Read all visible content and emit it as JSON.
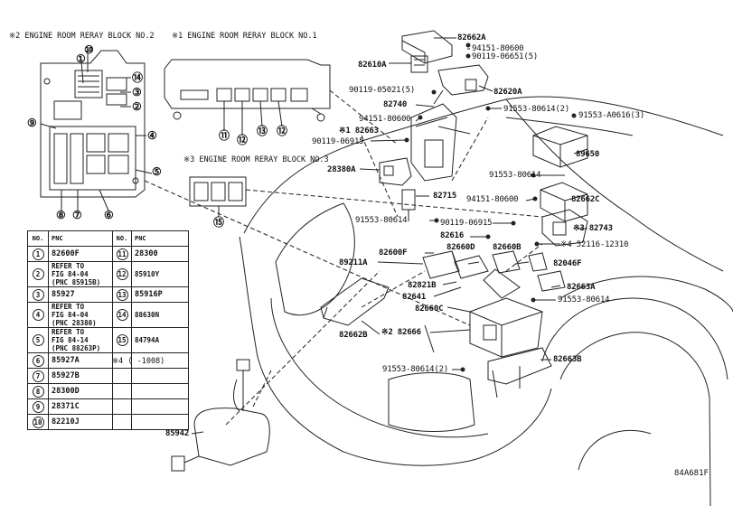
{
  "doc_id": "84A681F",
  "titles": {
    "block2": "※2 ENGINE ROOM RERAY BLOCK NO.2",
    "block1": "※1 ENGINE ROOM RERAY BLOCK NO.1",
    "block3": "※3 ENGINE ROOM RERAY BLOCK NO.3"
  },
  "note4": "※4 (     -1008)",
  "callouts": {
    "c1": "①",
    "c2": "②",
    "c3": "③",
    "c4": "④",
    "c5": "⑤",
    "c6": "⑥",
    "c7": "⑦",
    "c8": "⑧",
    "c9": "⑨",
    "c10": "⑩",
    "c11": "⑪",
    "c12": "⑫",
    "c13": "⑬",
    "c14": "⑭",
    "c15": "⑮"
  },
  "table": {
    "headers": [
      "NO.",
      "PNC",
      "NO.",
      "PNC"
    ],
    "rows": [
      {
        "no": "1",
        "pnc": "82600F",
        "no2": "11",
        "pnc2": "28300"
      },
      {
        "no": "2",
        "pnc": "REFER TO\nFIG 84-04\n(PNC 85915B)",
        "no2": "12",
        "pnc2": "85910Y"
      },
      {
        "no": "3",
        "pnc": "85927",
        "no2": "13",
        "pnc2": "85916P"
      },
      {
        "no": "4",
        "pnc": "REFER TO\nFIG 84-04\n(PNC 28380)",
        "no2": "14",
        "pnc2": "88630N"
      },
      {
        "no": "5",
        "pnc": "REFER TO\nFIG 84-14\n(PNC 88263P)",
        "no2": "15",
        "pnc2": "84794A"
      },
      {
        "no": "6",
        "pnc": "85927A",
        "no2": "",
        "pnc2": ""
      },
      {
        "no": "7",
        "pnc": "85927B",
        "no2": "",
        "pnc2": ""
      },
      {
        "no": "8",
        "pnc": "28300D",
        "no2": "",
        "pnc2": ""
      },
      {
        "no": "9",
        "pnc": "28371C",
        "no2": "",
        "pnc2": ""
      },
      {
        "no": "10",
        "pnc": "82210J",
        "no2": "",
        "pnc2": ""
      }
    ]
  },
  "parts": {
    "p82662A": "82662A",
    "p94151_80600a": "94151-80600",
    "p90119_06651": "90119-06651(5)",
    "p82610A": "82610A",
    "p90119_05021": "90119-05021(5)",
    "p82620A": "82620A",
    "p82740": "82740",
    "p91553_80614_2a": "91553-80614(2)",
    "p91553_A0616": "91553-A0616(3)",
    "p94151_80600b": "94151-80600",
    "p82663": "※1 82663",
    "p90119_06915a": "90119-06915",
    "p89650": "89650",
    "p28380A": "28380A",
    "p91553_80614a": "91553-80614",
    "p82715": "82715",
    "p94151_80600c": "94151-80600",
    "p82662C": "82662C",
    "p91553_80614b": "91553-80614",
    "p90119_06915b": "90119-06915",
    "p82743": "※3 82743",
    "p82616": "82616",
    "p52116": "※4 52116-12310",
    "p82600F": "82600F",
    "p82660D": "82660D",
    "p82660B": "82660B",
    "p89211A": "89211A",
    "p82046F": "82046F",
    "p82821B": "82821B",
    "p82663A": "82663A",
    "p82641": "82641",
    "p91553_80614c": "91553-80614",
    "p82660C": "82660C",
    "p82666": "※2 82666",
    "p82662B": "82662B",
    "p91553_80614_2b": "91553-80614(2)",
    "p82663B": "82663B",
    "p85942": "85942"
  }
}
